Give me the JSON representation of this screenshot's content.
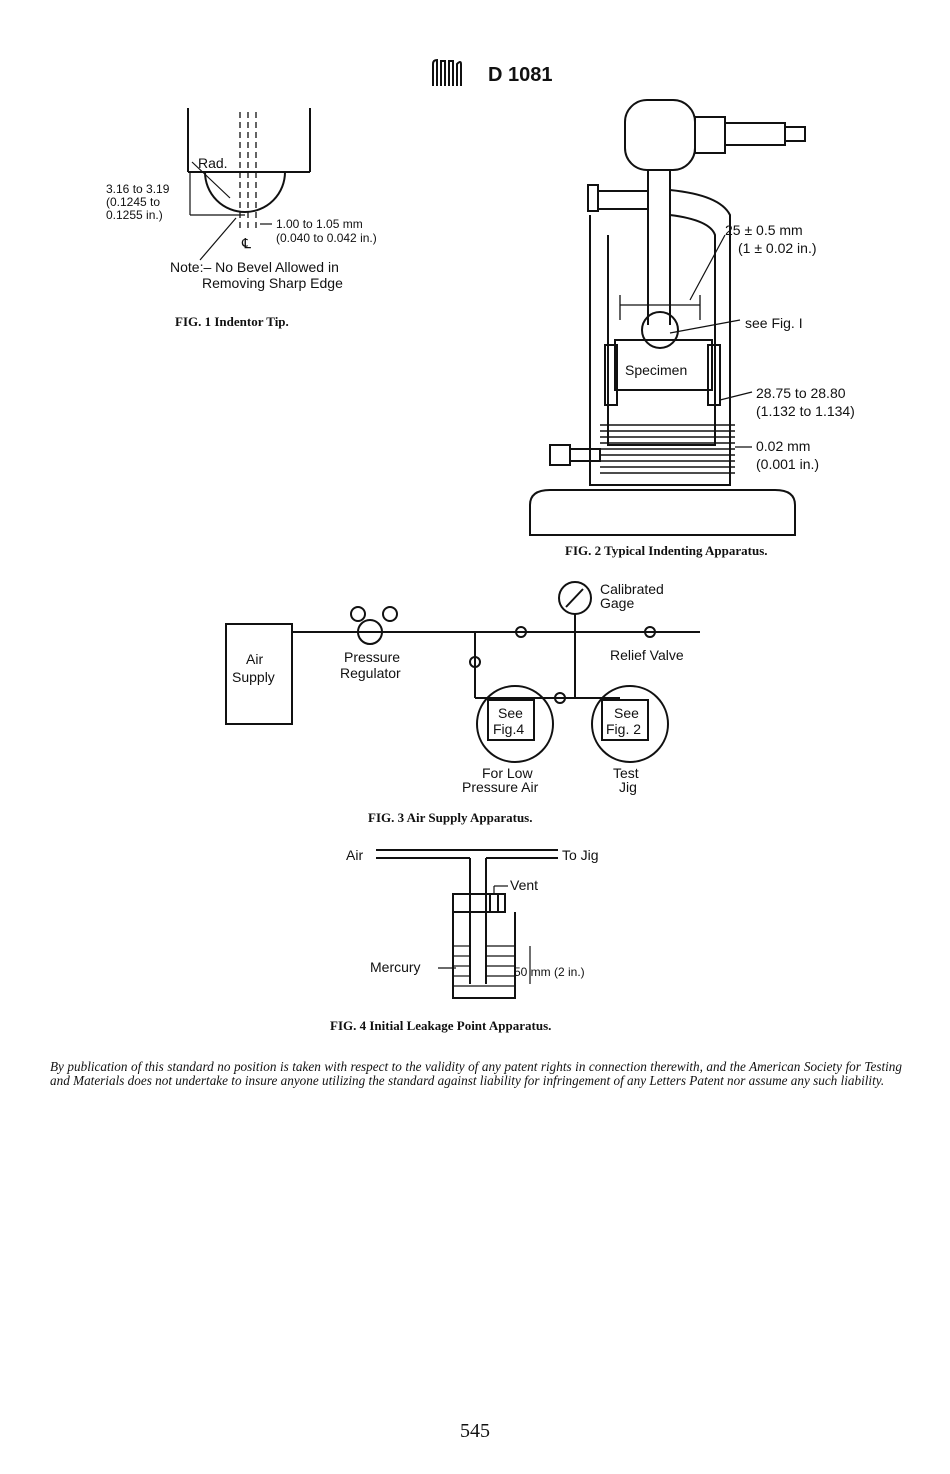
{
  "header": {
    "logo_text": "ASTM",
    "designation": "D 1081"
  },
  "fig1": {
    "caption": "FIG. 1   Indentor Tip.",
    "labels": {
      "rad": "Rad.",
      "dim1_a": "3.16 to 3.19",
      "dim1_b": "(0.1245 to",
      "dim1_c": "0.1255 in.)",
      "dim2_a": "1.00 to 1.05 mm",
      "dim2_b": "(0.040 to 0.042 in.)",
      "centerline": "℄",
      "note_a": "Note:– No Bevel Allowed in",
      "note_b": "Removing Sharp Edge"
    }
  },
  "fig2": {
    "caption": "FIG. 2   Typical Indenting Apparatus.",
    "labels": {
      "dim_a1": "25 ± 0.5 mm",
      "dim_a2": "(1 ± 0.02 in.)",
      "see_fig1": "see Fig. I",
      "specimen": "Specimen",
      "dim_b1": "28.75 to 28.80",
      "dim_b2": "(1.132 to 1.134)",
      "dim_c1": "0.02 mm",
      "dim_c2": "(0.001 in.)"
    }
  },
  "fig3": {
    "caption": "FIG. 3   Air Supply Apparatus.",
    "labels": {
      "air_supply_1": "Air",
      "air_supply_2": "Supply",
      "regulator_1": "Pressure",
      "regulator_2": "Regulator",
      "gage_1": "Calibrated",
      "gage_2": "Gage",
      "relief": "Relief  Valve",
      "see4_1": "See",
      "see4_2": "Fig.4",
      "see2_1": "See",
      "see2_2": "Fig. 2",
      "low_1": "For Low",
      "low_2": "Pressure Air",
      "jig_1": "Test",
      "jig_2": "Jig"
    }
  },
  "fig4": {
    "caption": "FIG. 4   Initial Leakage Point Apparatus.",
    "labels": {
      "air": "Air",
      "to_jig": "To Jig",
      "vent": "Vent",
      "mercury": "Mercury",
      "depth": "50 mm (2 in.)"
    }
  },
  "disclaimer": "By publication of this standard no position is taken with respect to the validity of any patent rights in connection therewith, and the American Society for Testing and Materials does not undertake to insure anyone utilizing the standard against liability for infringement of any Letters Patent nor assume any such liability.",
  "page_number": "545"
}
